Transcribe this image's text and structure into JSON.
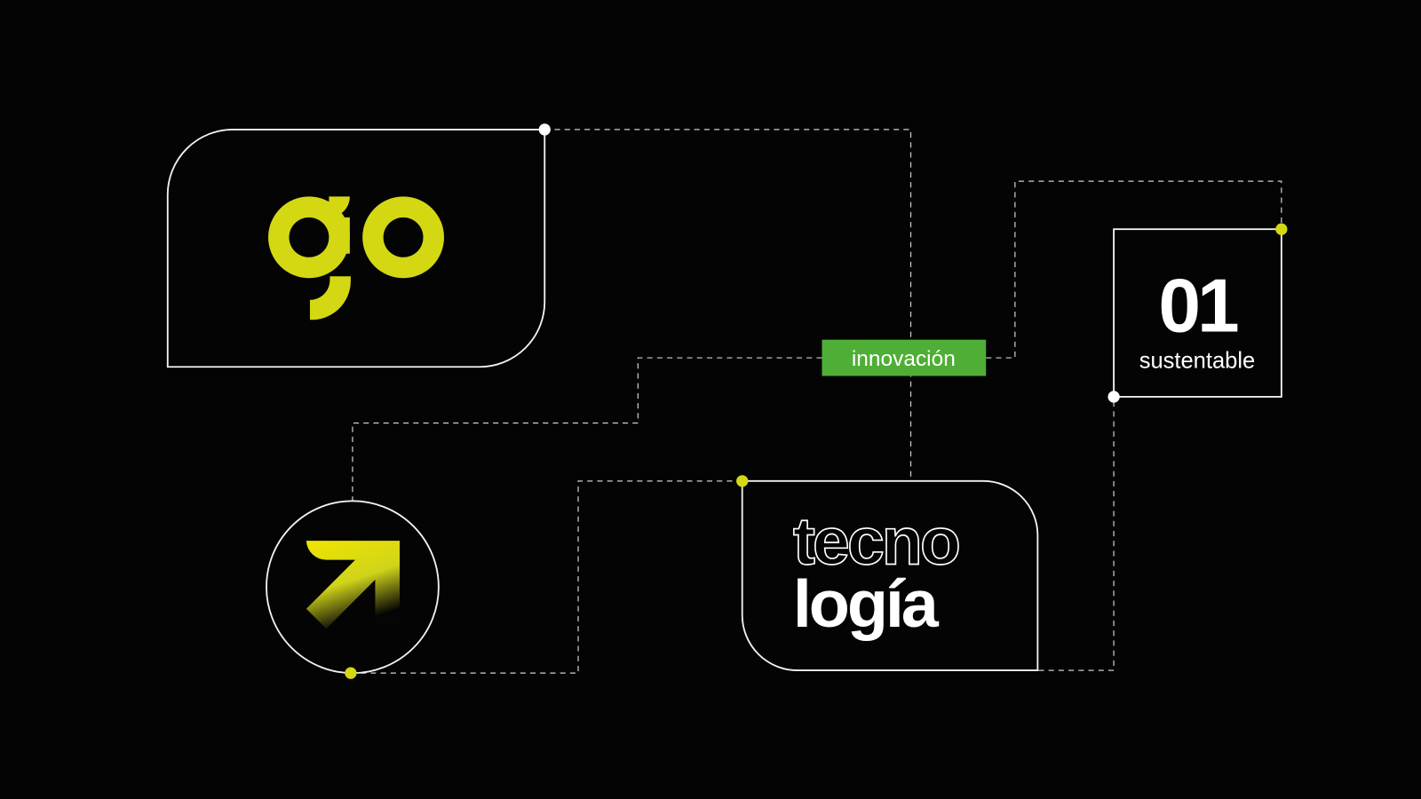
{
  "logo": {
    "text": "go",
    "color": "#d4d813"
  },
  "tag": {
    "label": "innovación",
    "color": "#4fae35"
  },
  "number_card": {
    "number": "01",
    "caption": "sustentable"
  },
  "word_card": {
    "line1": "tecno",
    "line2": "logía"
  },
  "colors": {
    "background": "#040404",
    "accent": "#d4d813",
    "dot_white": "#ffffff",
    "line": "#cfcfcf"
  },
  "icons": {
    "arrow": "arrow-up-right-icon"
  }
}
